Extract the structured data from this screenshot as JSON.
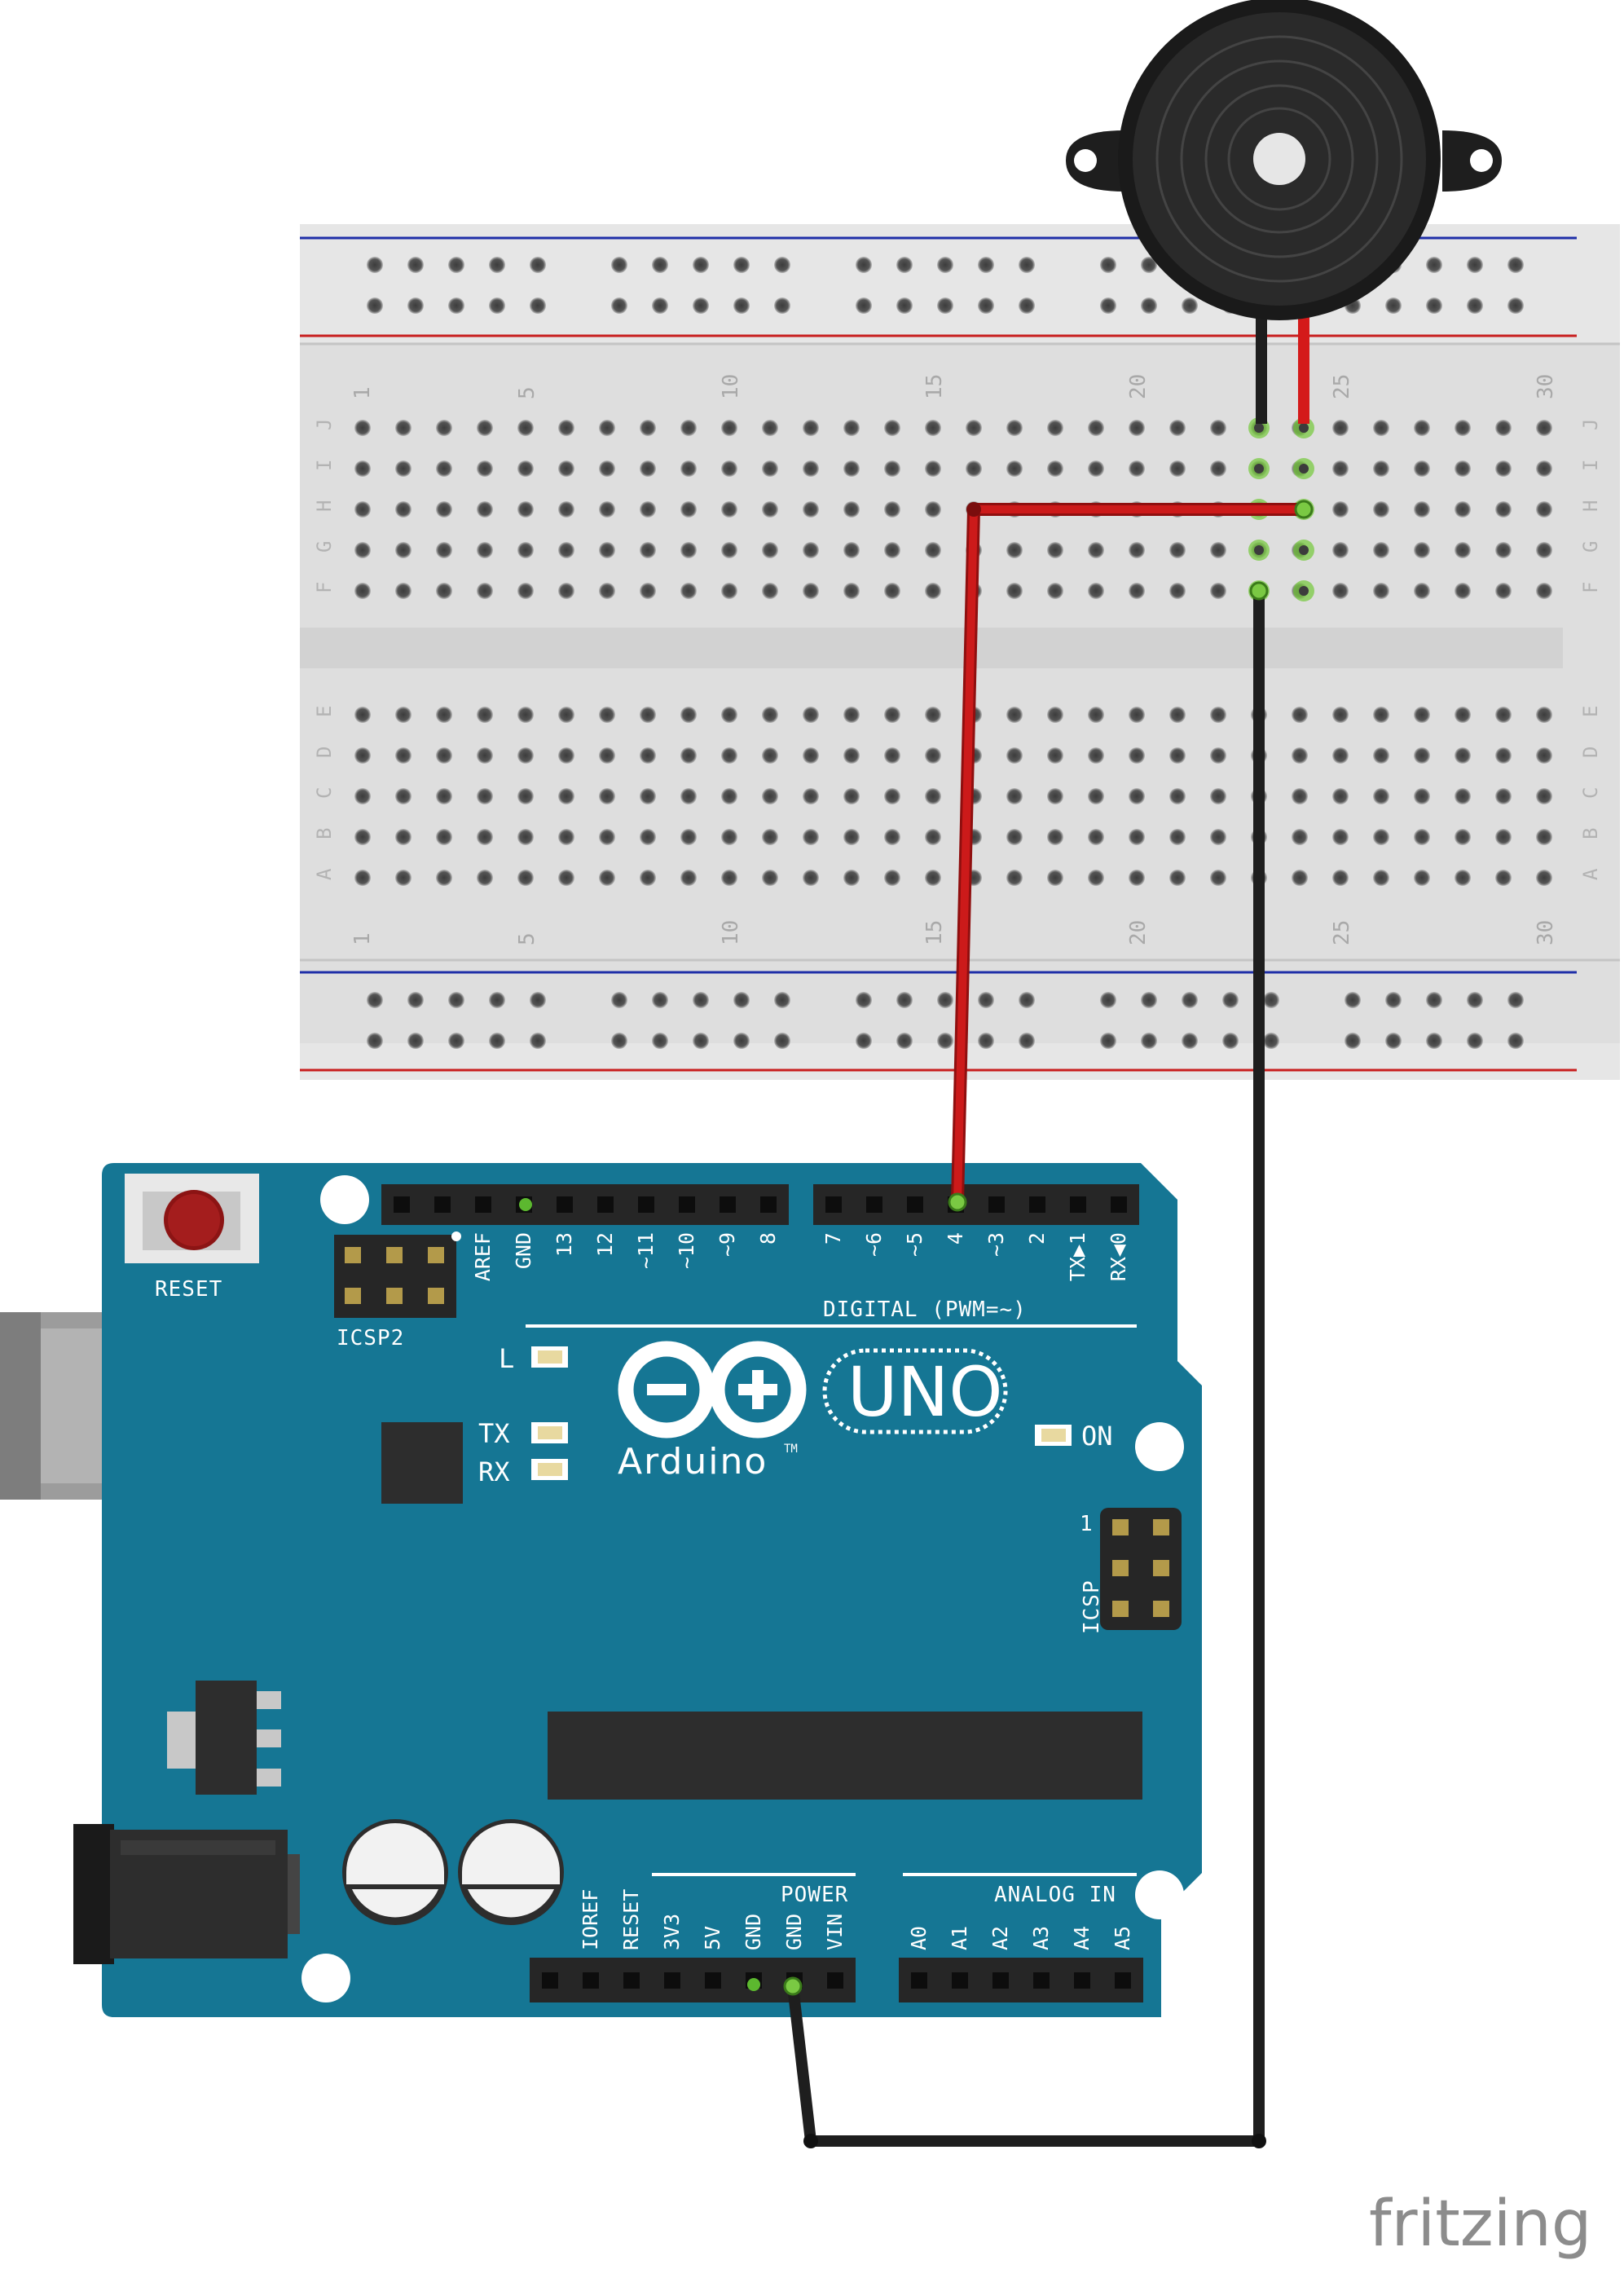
{
  "breadboard": {
    "column_numbers": [
      "1",
      "5",
      "10",
      "15",
      "20",
      "25",
      "30"
    ],
    "rows_top": [
      "J",
      "I",
      "H",
      "G",
      "F"
    ],
    "rows_bottom": [
      "E",
      "D",
      "C",
      "B",
      "A"
    ]
  },
  "arduino": {
    "reset_label": "RESET",
    "icsp2_label": "ICSP2",
    "icsp_label": "ICSP",
    "icsp_pin1": "1",
    "digital_pins": [
      "AREF",
      "GND",
      "13",
      "12",
      "~11",
      "~10",
      "~9",
      "8",
      "7",
      "~6",
      "~5",
      "4",
      "~3",
      "2",
      "TX▶1",
      "RX◀0"
    ],
    "digital_label": "DIGITAL (PWM=~)",
    "led_l": "L",
    "led_tx": "TX",
    "led_rx": "RX",
    "led_on": "ON",
    "model": "UNO",
    "brand": "Arduino",
    "trademark": "TM",
    "power_label": "POWER",
    "power_pins": [
      "IOREF",
      "RESET",
      "3V3",
      "5V",
      "GND",
      "GND",
      "VIN"
    ],
    "analog_label": "ANALOG IN",
    "analog_pins": [
      "A0",
      "A1",
      "A2",
      "A3",
      "A4",
      "A5"
    ]
  },
  "watermark": "fritzing",
  "colors": {
    "board": "#157694",
    "breadboard": "#e6e6e6",
    "wire_signal": "#cc1a1a",
    "wire_ground": "#1e1e1e",
    "rail_blue": "#1f2fa8",
    "rail_red": "#c81e1e"
  }
}
